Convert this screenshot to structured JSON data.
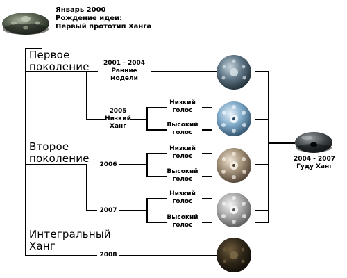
{
  "colors": {
    "line": "#000000",
    "background": "#ffffff"
  },
  "origin": {
    "line1": "Январь 2000",
    "line2": "Рождение идеи:",
    "line3": "Первый прототип Ханга"
  },
  "generations": {
    "first": {
      "line1": "Первое",
      "line2": "поколение"
    },
    "second": {
      "line1": "Второе",
      "line2": "поколение"
    },
    "integral": {
      "line1": "Интегральный",
      "line2": "Ханг"
    }
  },
  "branches": {
    "early": {
      "line1": "2001 - 2004",
      "line2": "Ранние",
      "line3": "модели"
    },
    "y2005": {
      "line1": "2005",
      "line2": "Низкий",
      "line3": "Ханг"
    },
    "y2006": {
      "label": "2006"
    },
    "y2007": {
      "label": "2007"
    },
    "y2008": {
      "label": "2008"
    }
  },
  "voices": {
    "low": {
      "line1": "Низкий",
      "line2": "голос"
    },
    "high": {
      "line1": "Высокий",
      "line2": "голос"
    }
  },
  "gudu": {
    "line1": "2004 - 2007",
    "line2": "Гуду Ханг"
  },
  "instruments": [
    {
      "icon": "hang-prototype-icon"
    },
    {
      "icon": "hang-early-model-icon"
    },
    {
      "icon": "hang-2005-icon"
    },
    {
      "icon": "hang-2006-icon"
    },
    {
      "icon": "hang-2007-icon"
    },
    {
      "icon": "hang-integral-icon"
    },
    {
      "icon": "gudu-hang-icon"
    }
  ]
}
